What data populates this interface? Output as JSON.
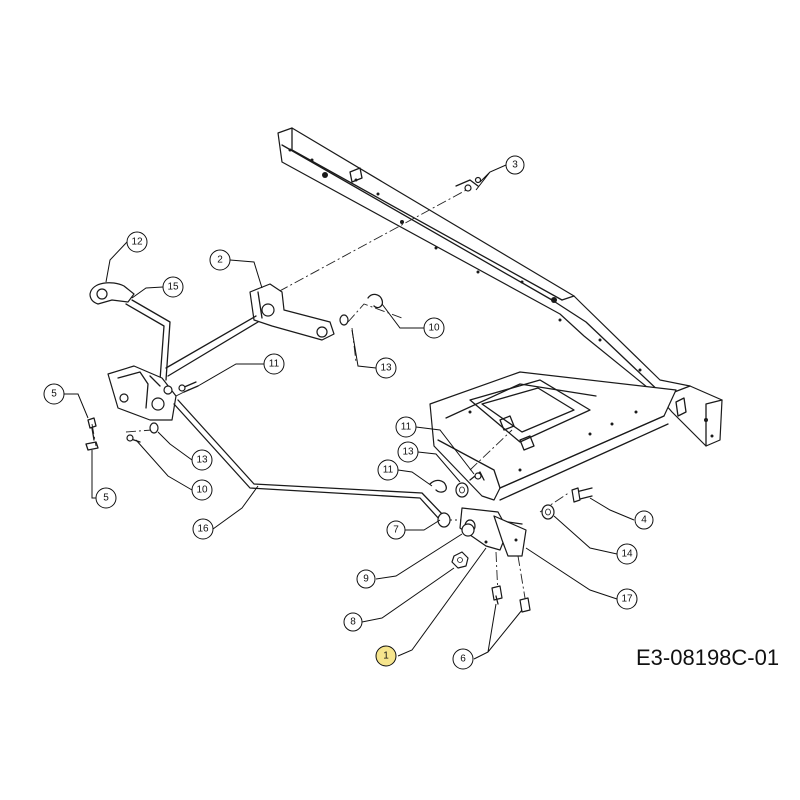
{
  "drawing_number": "E3-08198C-01",
  "callouts": [
    {
      "id": "c3",
      "label": "3"
    },
    {
      "id": "c12",
      "label": "12"
    },
    {
      "id": "c2",
      "label": "2"
    },
    {
      "id": "c15",
      "label": "15"
    },
    {
      "id": "c11a",
      "label": "11"
    },
    {
      "id": "c10a",
      "label": "10"
    },
    {
      "id": "c13a",
      "label": "13"
    },
    {
      "id": "c5a",
      "label": "5"
    },
    {
      "id": "c13b",
      "label": "13"
    },
    {
      "id": "c10b",
      "label": "10"
    },
    {
      "id": "c5b",
      "label": "5"
    },
    {
      "id": "c16",
      "label": "16"
    },
    {
      "id": "c11b",
      "label": "11"
    },
    {
      "id": "c13c",
      "label": "13"
    },
    {
      "id": "c11c",
      "label": "11"
    },
    {
      "id": "c7",
      "label": "7"
    },
    {
      "id": "c4",
      "label": "4"
    },
    {
      "id": "c14",
      "label": "14"
    },
    {
      "id": "c9",
      "label": "9"
    },
    {
      "id": "c17",
      "label": "17"
    },
    {
      "id": "c8",
      "label": "8"
    },
    {
      "id": "c1",
      "label": "1"
    },
    {
      "id": "c6",
      "label": "6"
    }
  ],
  "colors": {
    "highlight": "#f6e58d",
    "line": "#1a1a1a"
  }
}
